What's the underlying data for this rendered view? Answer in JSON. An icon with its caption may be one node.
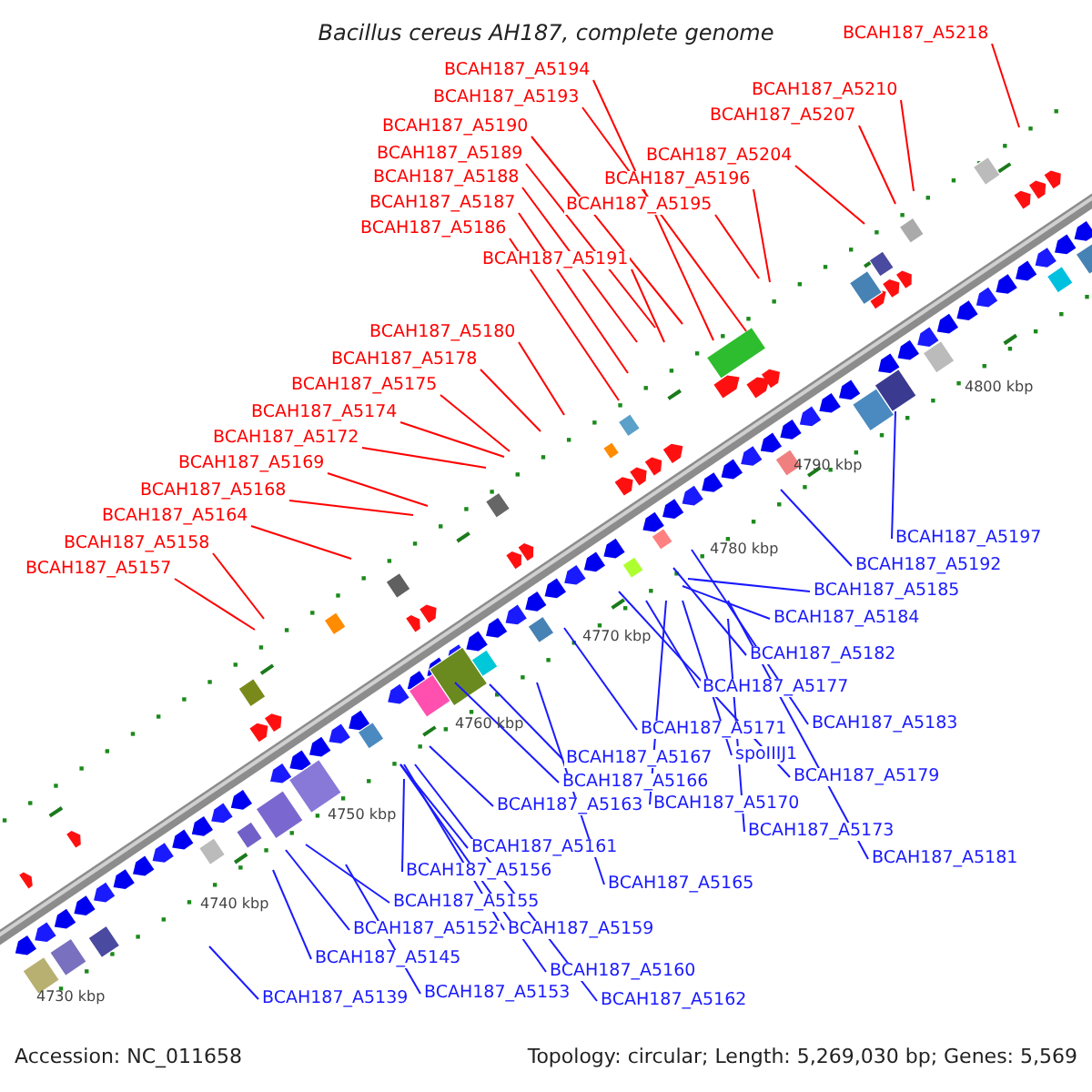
{
  "diagram": {
    "title": "Bacillus cereus AH187, complete genome",
    "nodes": [
      {
        "text": [
          "BCAH187_A5218"
        ]
      },
      {
        "text": [
          "BCAH187_A5194"
        ]
      },
      {
        "text": [
          "BCAH187_A5193"
        ]
      },
      {
        "text": [
          "BCAH187_A5210"
        ]
      },
      {
        "text": [
          "BCAH187_A5207"
        ]
      },
      {
        "text": [
          "BCAH187_A5190"
        ]
      },
      {
        "text": [
          "BCAH187_A5204"
        ]
      },
      {
        "text": [
          "BCAH187_A5189"
        ]
      },
      {
        "text": [
          "BCAH187_A5196"
        ]
      },
      {
        "text": [
          "BCAH187_A5188"
        ]
      },
      {
        "text": [
          "BCAH187_A5187"
        ]
      },
      {
        "text": [
          "BCAH187_A5195"
        ]
      },
      {
        "text": [
          "BCAH187_A5186"
        ]
      },
      {
        "text": [
          "BCAH187_A5191"
        ]
      },
      {
        "text": [
          "BCAH187_A5180"
        ]
      },
      {
        "text": [
          "BCAH187_A5178"
        ]
      },
      {
        "text": [
          "BCAH187_A5175"
        ]
      },
      {
        "text": [
          "BCAH187_A5174"
        ]
      },
      {
        "text": [
          "BCAH187_A5172"
        ]
      },
      {
        "text": [
          "BCAH187_A5169"
        ]
      },
      {
        "text": [
          "BCAH187_A5168"
        ]
      },
      {
        "text": [
          "BCAH187_A5164"
        ]
      },
      {
        "text": [
          "BCAH187_A5158"
        ]
      },
      {
        "text": [
          "BCAH187_A5157"
        ]
      },
      {
        "text": [
          "BCAH187_A5197"
        ]
      },
      {
        "text": [
          "BCAH187_A5192"
        ]
      },
      {
        "text": [
          "BCAH187_A5185"
        ]
      },
      {
        "text": [
          "BCAH187_A5184"
        ]
      },
      {
        "text": [
          "BCAH187_A5182"
        ]
      },
      {
        "text": [
          "BCAH187_A5177"
        ]
      },
      {
        "text": [
          "BCAH187_A5183"
        ]
      },
      {
        "text": [
          "BCAH187_A5171"
        ]
      },
      {
        "text": [
          "spoIIIJ1"
        ]
      },
      {
        "text": [
          "BCAH187_A5179"
        ]
      },
      {
        "text": [
          "BCAH187_A5167"
        ]
      },
      {
        "text": [
          "BCAH187_A5170"
        ]
      },
      {
        "text": [
          "BCAH187_A5166"
        ]
      },
      {
        "text": [
          "BCAH187_A5163"
        ]
      },
      {
        "text": [
          "BCAH187_A5173"
        ]
      },
      {
        "text": [
          "BCAH187_A5181"
        ]
      },
      {
        "text": [
          "BCAH187_A5161"
        ]
      },
      {
        "text": [
          "BCAH187_A5156"
        ]
      },
      {
        "text": [
          "BCAH187_A5165"
        ]
      },
      {
        "text": [
          "BCAH187_A5155"
        ]
      },
      {
        "text": [
          "BCAH187_A5152"
        ]
      },
      {
        "text": [
          "BCAH187_A5159"
        ]
      },
      {
        "text": [
          "BCAH187_A5145"
        ]
      },
      {
        "text": [
          "BCAH187_A5160"
        ]
      },
      {
        "text": [
          "BCAH187_A5153"
        ]
      },
      {
        "text": [
          "BCAH187_A5139"
        ]
      },
      {
        "text": [
          "BCAH187_A5162"
        ]
      }
    ],
    "edges": [
      {
        "from": 0,
        "to": null,
        "arrow": "none",
        "color": "#ff0000"
      },
      {
        "from": 1,
        "to": null,
        "arrow": "none",
        "color": "#ff0000"
      },
      {
        "from": 2,
        "to": null,
        "arrow": "none",
        "color": "#ff0000"
      },
      {
        "from": 3,
        "to": null,
        "arrow": "none",
        "color": "#ff0000"
      },
      {
        "from": 4,
        "to": null,
        "arrow": "none",
        "color": "#ff0000"
      },
      {
        "from": 5,
        "to": null,
        "arrow": "none",
        "color": "#ff0000"
      },
      {
        "from": 6,
        "to": null,
        "arrow": "none",
        "color": "#ff0000"
      },
      {
        "from": 7,
        "to": null,
        "arrow": "none",
        "color": "#ff0000"
      },
      {
        "from": 8,
        "to": null,
        "arrow": "none",
        "color": "#ff0000"
      },
      {
        "from": 9,
        "to": null,
        "arrow": "none",
        "color": "#ff0000"
      },
      {
        "from": 10,
        "to": null,
        "arrow": "none",
        "color": "#ff0000"
      },
      {
        "from": 11,
        "to": null,
        "arrow": "none",
        "color": "#ff0000"
      },
      {
        "from": 12,
        "to": null,
        "arrow": "none",
        "color": "#ff0000"
      },
      {
        "from": 13,
        "to": null,
        "arrow": "none",
        "color": "#ff0000"
      },
      {
        "from": 14,
        "to": null,
        "arrow": "none",
        "color": "#ff0000"
      },
      {
        "from": 15,
        "to": null,
        "arrow": "none",
        "color": "#ff0000"
      },
      {
        "from": 16,
        "to": null,
        "arrow": "none",
        "color": "#ff0000"
      },
      {
        "from": 17,
        "to": null,
        "arrow": "none",
        "color": "#ff0000"
      },
      {
        "from": 18,
        "to": null,
        "arrow": "none",
        "color": "#ff0000"
      },
      {
        "from": 19,
        "to": null,
        "arrow": "none",
        "color": "#ff0000"
      },
      {
        "from": 20,
        "to": null,
        "arrow": "none",
        "color": "#ff0000"
      },
      {
        "from": 21,
        "to": null,
        "arrow": "none",
        "color": "#ff0000"
      },
      {
        "from": 22,
        "to": null,
        "arrow": "none",
        "color": "#ff0000"
      },
      {
        "from": 23,
        "to": null,
        "arrow": "none",
        "color": "#ff0000"
      },
      {
        "from": 24,
        "to": null,
        "arrow": "none"
      },
      {
        "from": 25,
        "to": null,
        "arrow": "none"
      },
      {
        "from": 26,
        "to": null,
        "arrow": "none"
      },
      {
        "from": 27,
        "to": null,
        "arrow": "none"
      },
      {
        "from": 28,
        "to": null,
        "arrow": "none"
      },
      {
        "from": 29,
        "to": null,
        "arrow": "none"
      },
      {
        "from": 30,
        "to": null,
        "arrow": "none"
      },
      {
        "from": 31,
        "to": null,
        "arrow": "none"
      },
      {
        "from": 32,
        "to": null,
        "arrow": "none"
      },
      {
        "from": 33,
        "to": null,
        "arrow": "none"
      },
      {
        "from": 34,
        "to": null,
        "arrow": "none"
      },
      {
        "from": 35,
        "to": null,
        "arrow": "none"
      },
      {
        "from": 36,
        "to": null,
        "arrow": "none"
      },
      {
        "from": 37,
        "to": null,
        "arrow": "none"
      },
      {
        "from": 38,
        "to": null,
        "arrow": "none"
      },
      {
        "from": 39,
        "to": null,
        "arrow": "none"
      },
      {
        "from": 40,
        "to": null,
        "arrow": "none"
      },
      {
        "from": 41,
        "to": null,
        "arrow": "none"
      },
      {
        "from": 42,
        "to": null,
        "arrow": "none"
      },
      {
        "from": 43,
        "to": null,
        "arrow": "none"
      },
      {
        "from": 44,
        "to": null,
        "arrow": "none"
      },
      {
        "from": 45,
        "to": null,
        "arrow": "none"
      },
      {
        "from": 46,
        "to": null,
        "arrow": "none"
      },
      {
        "from": 47,
        "to": null,
        "arrow": "none"
      },
      {
        "from": 48,
        "to": null,
        "arrow": "none"
      },
      {
        "from": 49,
        "to": null,
        "arrow": "none"
      },
      {
        "from": 50,
        "to": null,
        "arrow": "none"
      }
    ],
    "labels": [
      "4730 kbp",
      "4740 kbp",
      "4750 kbp",
      "4760 kbp",
      "4770 kbp",
      "4780 kbp",
      "4790 kbp",
      "4800 kbp",
      "Accession: NC_011658",
      "Topology: circular; Length: 5,269,030 bp; Genes: 5,569"
    ]
  }
}
